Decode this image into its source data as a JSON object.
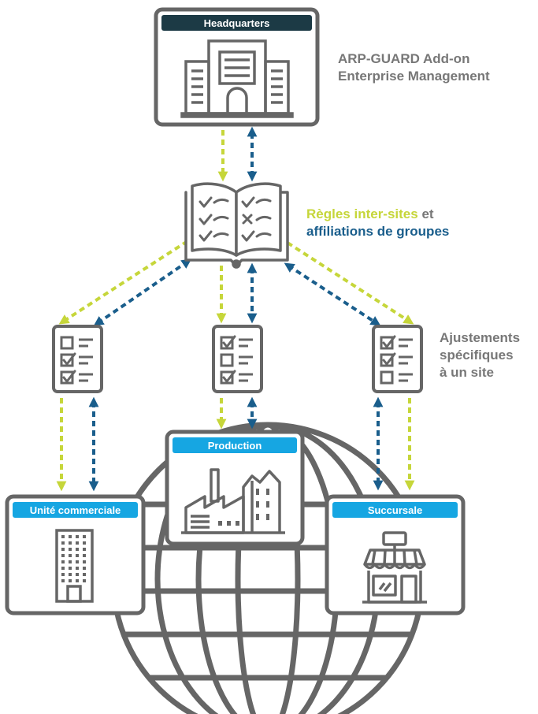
{
  "colors": {
    "gray": "#666666",
    "dark_header": "#1c3a45",
    "blue_header": "#16a6e2",
    "green_arrow": "#c6d63a",
    "blue_arrow": "#1a5e8c",
    "light_text": "#777777"
  },
  "headquarters": {
    "title": "Headquarters",
    "icon": "office-building-icon"
  },
  "product_label": {
    "line1": "ARP-GUARD Add-on",
    "line2": "Enterprise Management"
  },
  "rules_book": {
    "icon": "rule-book-icon"
  },
  "rules_label": {
    "green_text": "Règles inter-sites",
    "connector": " et",
    "blue_text": "affiliations de groupes"
  },
  "adjust_label": {
    "line1": "Ajustements",
    "line2": "spécifiques",
    "line3": "à un site"
  },
  "checklists": [
    {
      "checks": [
        false,
        true,
        true
      ]
    },
    {
      "checks": [
        true,
        false,
        true
      ]
    },
    {
      "checks": [
        true,
        true,
        false
      ]
    }
  ],
  "sites": {
    "unite": {
      "title": "Unité commerciale",
      "icon": "tower-building-icon"
    },
    "production": {
      "title": "Production",
      "icon": "factory-icon"
    },
    "succursale": {
      "title": "Succursale",
      "icon": "shop-icon"
    }
  },
  "globe": {
    "icon": "globe-icon"
  }
}
